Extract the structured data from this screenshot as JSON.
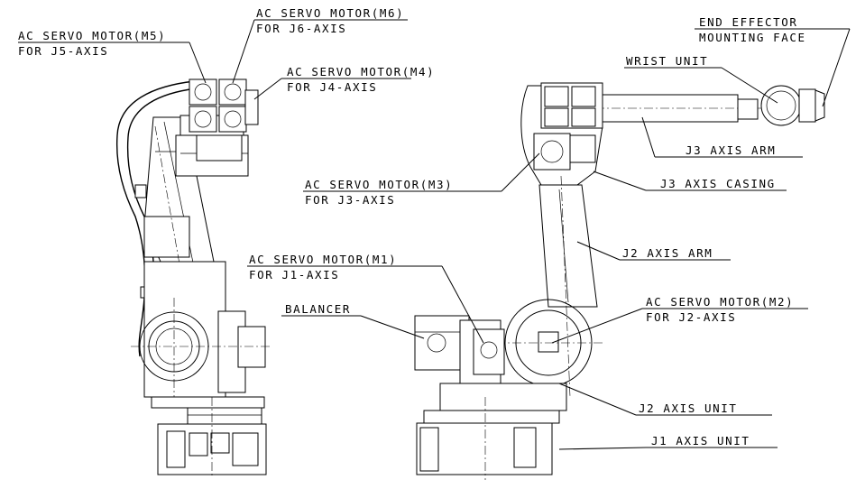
{
  "labels": {
    "m6_title": "AC SERVO MOTOR(M6)",
    "m6_sub": "FOR J6-AXIS",
    "m5_title": "AC SERVO MOTOR(M5)",
    "m5_sub": "FOR J5-AXIS",
    "m4_title": "AC SERVO MOTOR(M4)",
    "m4_sub": "FOR J4-AXIS",
    "m3_title": "AC SERVO MOTOR(M3)",
    "m3_sub": "FOR J3-AXIS",
    "m1_title": "AC SERVO MOTOR(M1)",
    "m1_sub": "FOR J1-AXIS",
    "m2_title": "AC SERVO MOTOR(M2)",
    "m2_sub": "FOR J2-AXIS",
    "end_effector_1": "END EFFECTOR",
    "end_effector_2": "MOUNTING FACE",
    "wrist_unit": "WRIST UNIT",
    "j3_axis_arm": "J3 AXIS ARM",
    "j3_axis_casing": "J3 AXIS CASING",
    "j2_axis_arm": "J2 AXIS ARM",
    "balancer": "BALANCER",
    "j2_axis_unit": "J2 AXIS UNIT",
    "j1_axis_unit": "J1 AXIS UNIT"
  },
  "colors": {
    "line": "#000000",
    "background": "#ffffff"
  }
}
